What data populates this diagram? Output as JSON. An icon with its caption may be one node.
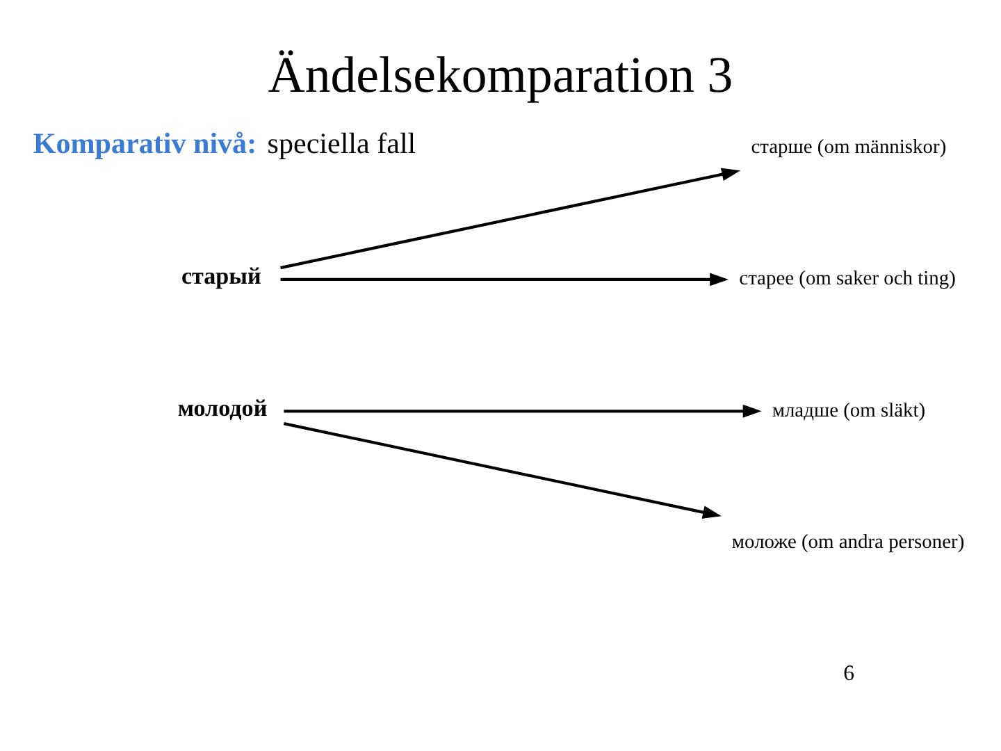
{
  "diagram": {
    "title": "Ändelsekomparation 3",
    "nodes": [
      {
        "text": [
          "старый"
        ]
      },
      {
        "text": [
          "старше (om människor)"
        ]
      },
      {
        "text": [
          "старее (om saker och ting)"
        ]
      },
      {
        "text": [
          "молодой"
        ]
      },
      {
        "text": [
          "младше (om släkt)"
        ]
      },
      {
        "text": [
          "моложе (om andra personer)"
        ]
      }
    ],
    "edges": [
      {
        "from": 0,
        "to": 1,
        "arrow": "to"
      },
      {
        "from": 0,
        "to": 2,
        "arrow": "to"
      },
      {
        "from": 3,
        "to": 4,
        "arrow": "to"
      },
      {
        "from": 3,
        "to": 5,
        "arrow": "to"
      }
    ],
    "labels": [
      "**Komparativ nivå:** speciella fall",
      "6"
    ]
  }
}
